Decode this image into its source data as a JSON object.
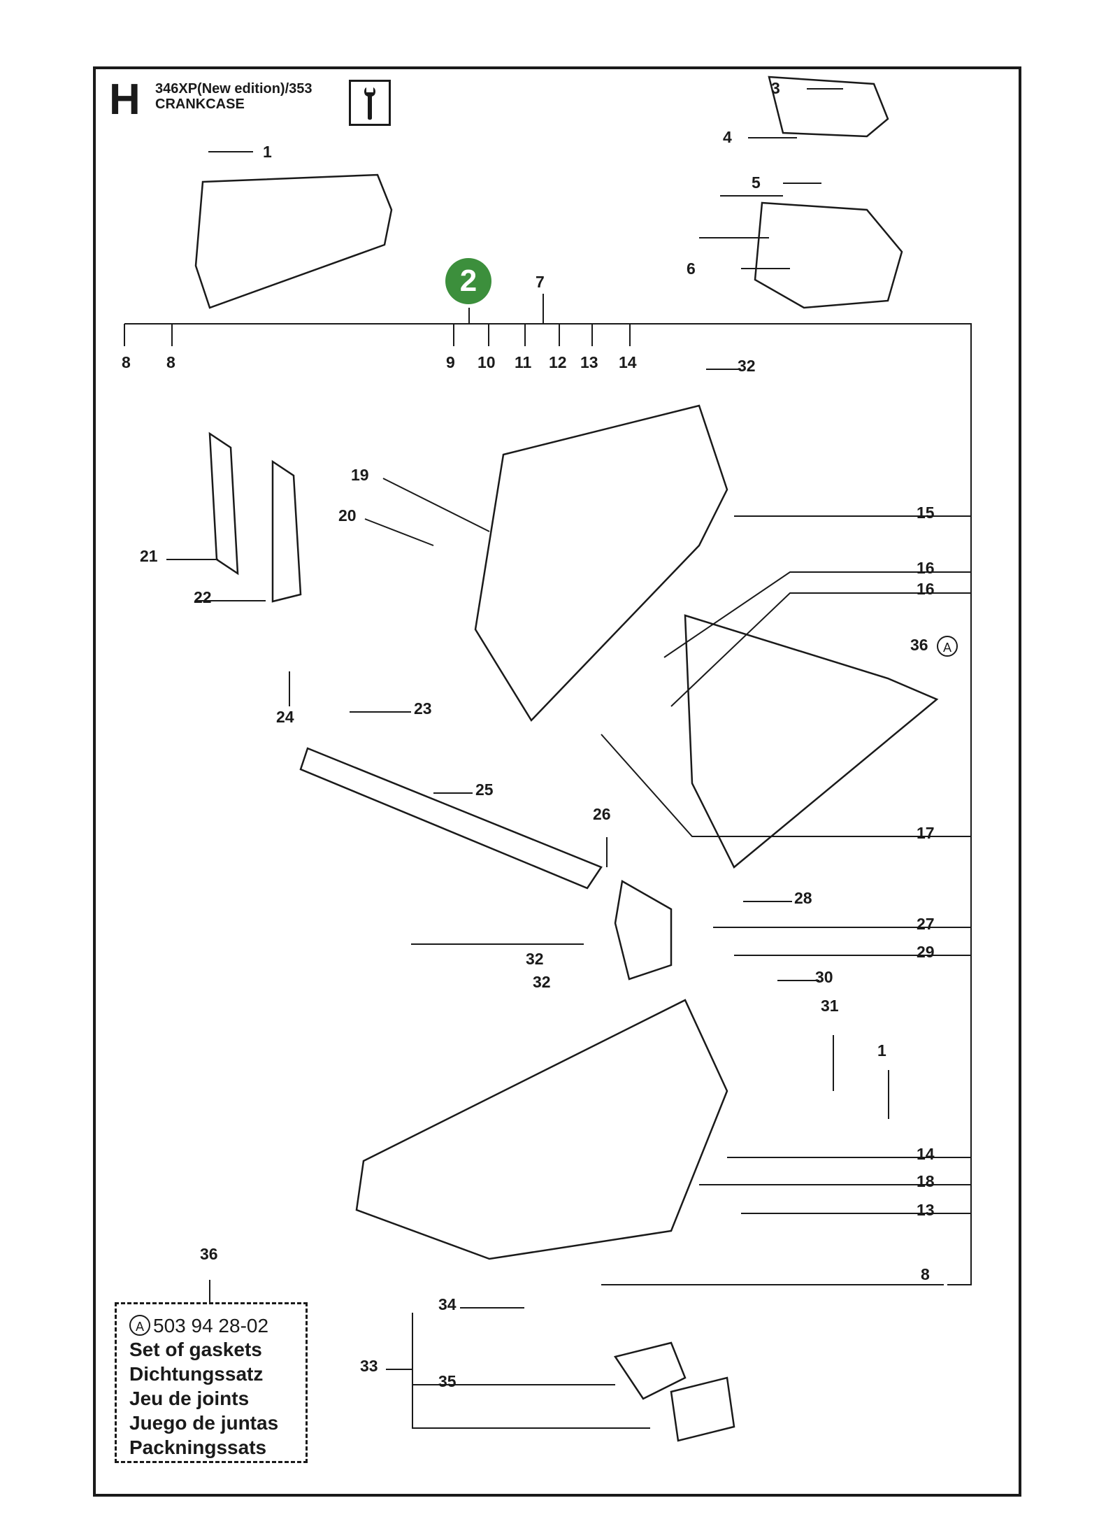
{
  "header": {
    "section_letter": "H",
    "model": "346XP(New edition)/353",
    "title": "CRANKCASE",
    "tool_icon": "wrench-icon"
  },
  "badge": {
    "label": "2",
    "color": "#3c8f3c"
  },
  "callouts": {
    "c1_top": "1",
    "c2_badge": "2",
    "c3": "3",
    "c4": "4",
    "c5": "5",
    "c6": "6",
    "c7": "7",
    "c8_a": "8",
    "c8_b": "8",
    "c9": "9",
    "c10": "10",
    "c11": "11",
    "c12": "12",
    "c13_top": "13",
    "c14_top": "14",
    "c32_top": "32",
    "c19": "19",
    "c20": "20",
    "c15": "15",
    "c16_a": "16",
    "c16_b": "16",
    "c36_right": "36",
    "c21": "21",
    "c22": "22",
    "c24": "24",
    "c23": "23",
    "c25": "25",
    "c17": "17",
    "c26": "26",
    "c28": "28",
    "c27": "27",
    "c29": "29",
    "c32_a": "32",
    "c32_b": "32",
    "c30": "30",
    "c31": "31",
    "c1_bottom": "1",
    "c14_bottom": "14",
    "c18": "18",
    "c13_bottom": "13",
    "c8_bottom": "8",
    "c36_box": "36",
    "c34": "34",
    "c33": "33",
    "c35": "35"
  },
  "ref_marker": "A",
  "gasket_kit": {
    "marker": "A",
    "part_number": "503 94 28-02",
    "lines": [
      "Set of gaskets",
      "Dichtungssatz",
      "Jeu de joints",
      "Juego de juntas",
      "Packningssats"
    ]
  }
}
